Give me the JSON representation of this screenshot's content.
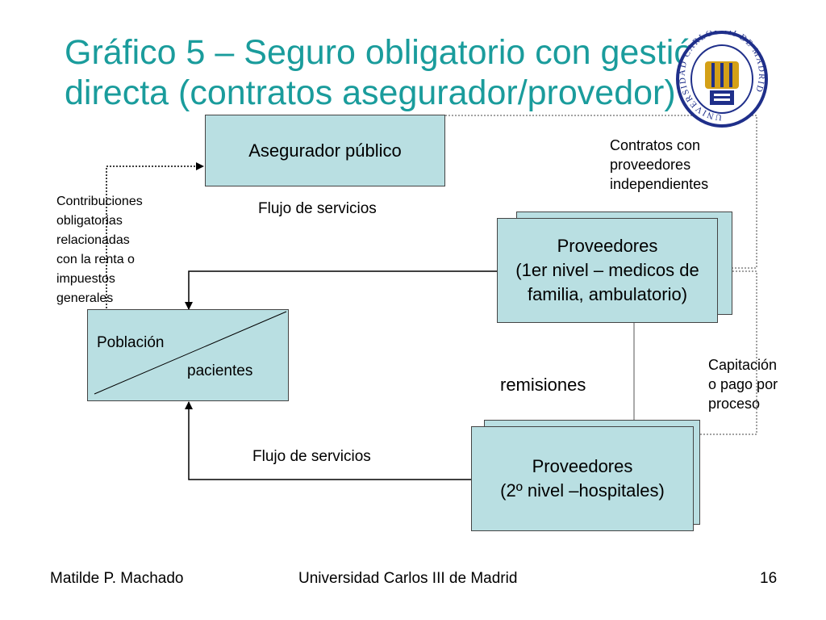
{
  "slide": {
    "title_line1": "Gráfico 5 – Seguro obligatorio con gestión",
    "title_line2": "directa (contratos asegurador/provedor)"
  },
  "logo": {
    "ring_text": "UNIVERSIDAD CARLOS III DE MADRID",
    "colors": {
      "ring": "#1f2f8a",
      "gold": "#d4a017"
    }
  },
  "boxes": {
    "insurer": "Asegurador público",
    "provider1_line1": "Proveedores",
    "provider1_line2": "(1er nivel – medicos de",
    "provider1_line3": "familia, ambulatorio)",
    "population": "Población",
    "patients": "pacientes",
    "provider2_line1": "Proveedores",
    "provider2_line2": "(2º nivel –hospitales)"
  },
  "notes": {
    "contracts": [
      "Contratos con",
      "proveedores",
      "independientes"
    ],
    "contributions": [
      "Contribuciones",
      "obligatorias",
      "relacionadas",
      "con la renta o",
      "impuestos",
      "generales"
    ],
    "services_flow_top": "Flujo de servicios",
    "services_flow_bottom": "Flujo de servicios",
    "referrals": "remisiones",
    "capitation": [
      "Capitación",
      "o pago por",
      "proceso"
    ]
  },
  "footer": {
    "author": "Matilde P. Machado",
    "institution": "Universidad Carlos III de Madrid",
    "page": "16"
  },
  "colors": {
    "title": "#1a9c9c",
    "box_fill": "#b9dfe2"
  }
}
